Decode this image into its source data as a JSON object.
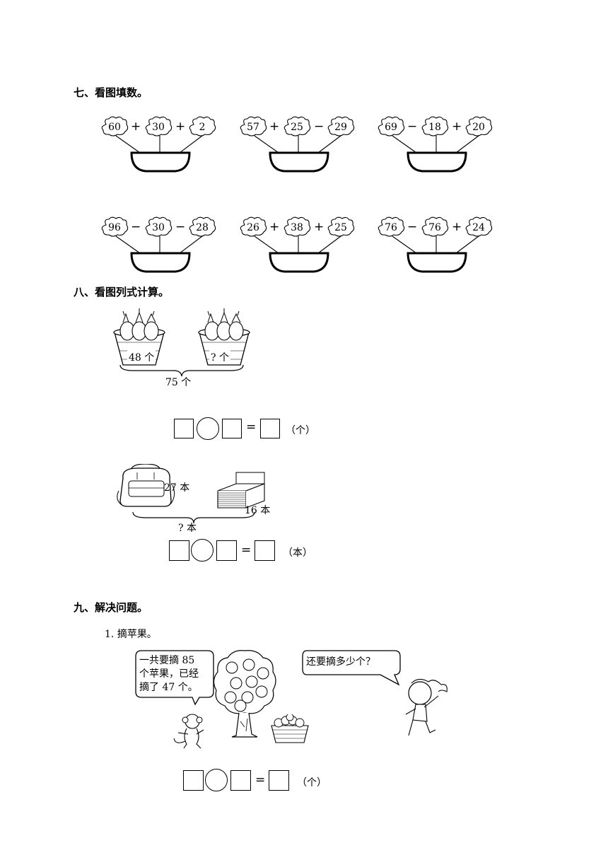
{
  "section7": {
    "heading": "七、看图填数。",
    "rows": [
      [
        {
          "n1": "60",
          "op1": "+",
          "n2": "30",
          "op2": "+",
          "n3": "2"
        },
        {
          "n1": "57",
          "op1": "+",
          "n2": "25",
          "op2": "−",
          "n3": "29"
        },
        {
          "n1": "69",
          "op1": "−",
          "n2": "18",
          "op2": "+",
          "n3": "20"
        }
      ],
      [
        {
          "n1": "96",
          "op1": "−",
          "n2": "30",
          "op2": "−",
          "n3": "28"
        },
        {
          "n1": "26",
          "op1": "+",
          "n2": "38",
          "op2": "+",
          "n3": "25"
        },
        {
          "n1": "76",
          "op1": "−",
          "n2": "76",
          "op2": "+",
          "n3": "24"
        }
      ]
    ]
  },
  "section8": {
    "heading": "八、看图列式计算。",
    "problem1": {
      "basket1_label": "48 个",
      "basket2_label": "? 个",
      "total_label": "75 个",
      "equals": "=",
      "unit": "（个）"
    },
    "problem2": {
      "backpack_label": "27 本",
      "books_label": "16 本",
      "total_label": "? 本",
      "equals": "=",
      "unit": "（本）"
    }
  },
  "section9": {
    "heading": "九、解决问题。",
    "problem1": {
      "title": "1. 摘苹果。",
      "bubble1_line1": "一共要摘 85",
      "bubble1_line2": "个苹果，已经",
      "bubble1_line3": "摘了 47 个。",
      "bubble2": "还要摘多少个？",
      "equals": "=",
      "unit": "（个）"
    }
  }
}
